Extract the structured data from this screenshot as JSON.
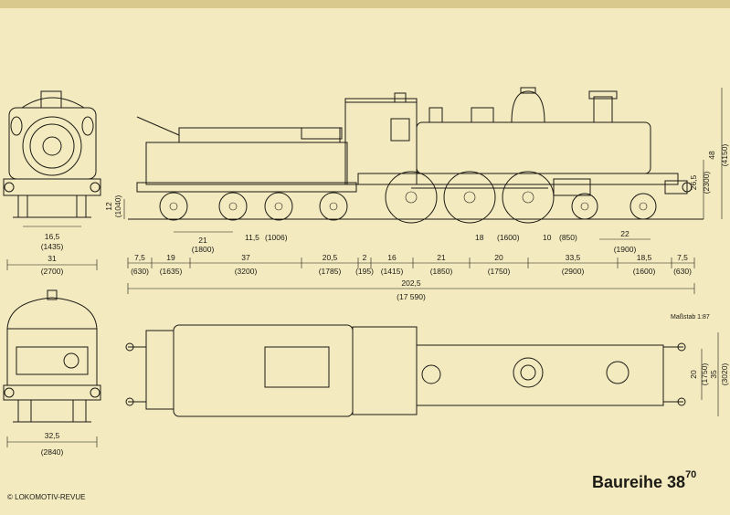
{
  "title": {
    "main": "Baureihe 38",
    "sup": "70"
  },
  "scale_note": "Maßstab 1:87",
  "copyright": "© LOKOMOTIV-REVUE",
  "dims": {
    "front_wheel": "16,5",
    "front_wheel_mm": "(1435)",
    "front_width": "31",
    "front_width_mm": "(2700)",
    "rear_width": "32,5",
    "rear_width_mm": "(2840)",
    "buffer_h": "12",
    "buffer_h_mm": "(1040)",
    "tender_wb": "21",
    "tender_wb_mm": "(1800)",
    "tender_wheel": "11,5",
    "tender_wheel_mm": "(1006)",
    "drive_wheel": "18",
    "drive_wheel_mm": "(1600)",
    "bogie_wheel": "10",
    "bogie_wheel_mm": "(850)",
    "bogie_wb": "22",
    "bogie_wb_mm": "(1900)",
    "boiler_h": "26,5",
    "boiler_h_mm": "(2300)",
    "total_h": "48",
    "total_h_mm": "(4150)",
    "chain": [
      {
        "v": "7,5",
        "mm": "(630)"
      },
      {
        "v": "19",
        "mm": "(1635)"
      },
      {
        "v": "37",
        "mm": "(3200)"
      },
      {
        "v": "20,5",
        "mm": "(1785)"
      },
      {
        "v": "2",
        "mm": "(195)"
      },
      {
        "v": "16",
        "mm": "(1415)"
      },
      {
        "v": "21",
        "mm": "(1850)"
      },
      {
        "v": "20",
        "mm": "(1750)"
      },
      {
        "v": "33,5",
        "mm": "(2900)"
      },
      {
        "v": "18,5",
        "mm": "(1600)"
      },
      {
        "v": "7,5",
        "mm": "(630)"
      }
    ],
    "total_len": "202,5",
    "total_len_mm": "(17 590)",
    "plan_w1": "20",
    "plan_w1_mm": "(1750)",
    "plan_w2": "35",
    "plan_w2_mm": "(3020)"
  }
}
